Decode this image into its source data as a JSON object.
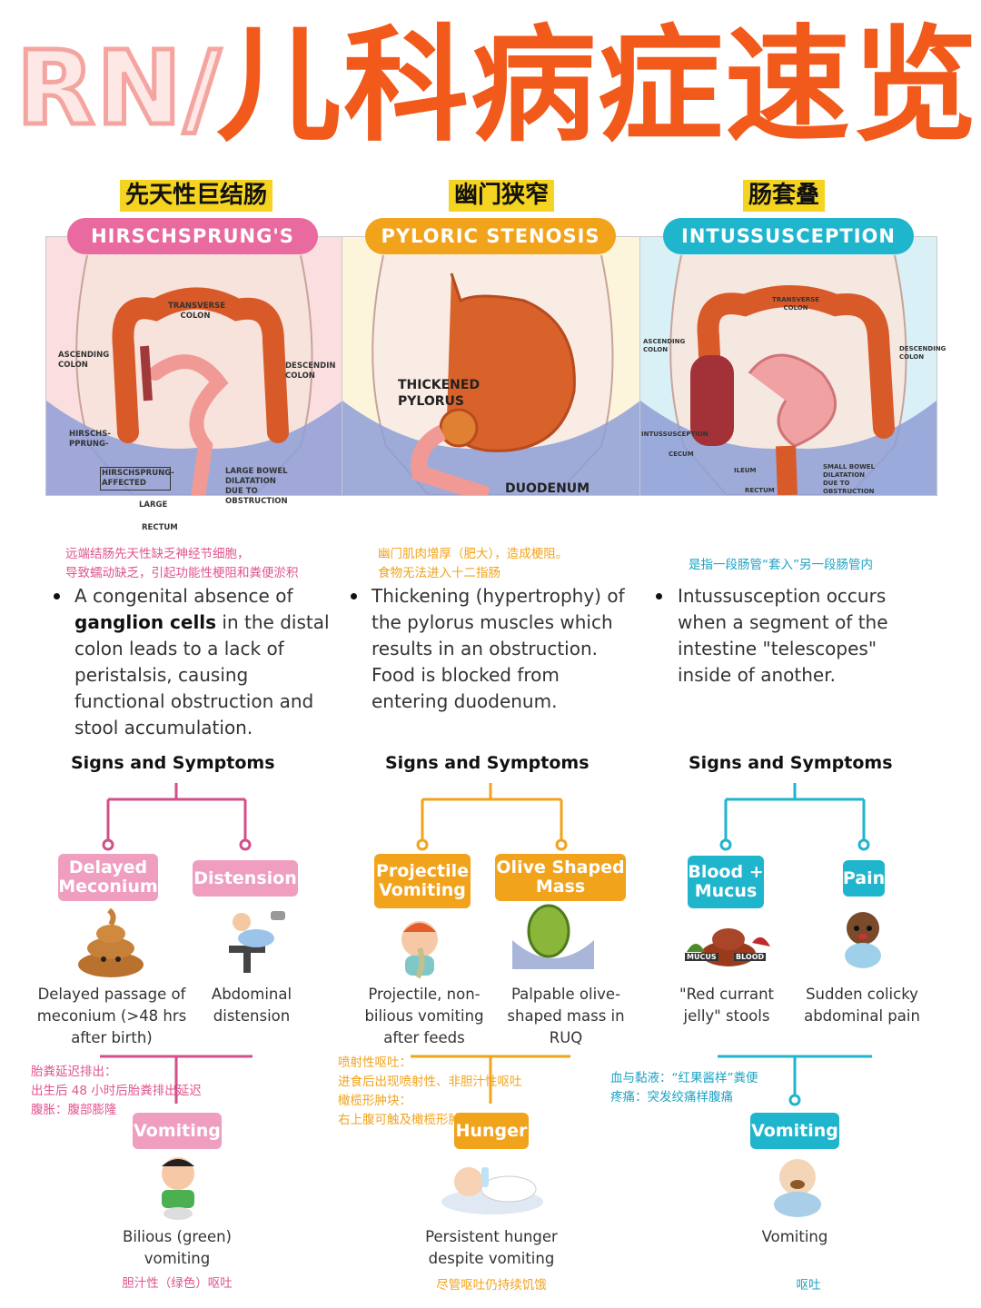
{
  "title": {
    "prefix": "RN/",
    "main": "儿科病症速览"
  },
  "colors": {
    "pink": "#e86a9e",
    "orange": "#f2a31c",
    "cyan": "#1fb5cc",
    "title_orange": "#f25a1c"
  },
  "columns": [
    {
      "cn_title": "先天性巨结肠",
      "en_title": "HIRSCHSPRUNG'S",
      "diagram_labels": [
        "TRANSVERSE COLON",
        "ASCENDING COLON",
        "DESCENDIN COLON",
        "HIRSCHS-PPRUNG-",
        "HIRSCHSPRUNG-AFFECTED",
        "LARGE BOWEL DILATATION DUE TO OBSTRUCTION",
        "LARGE",
        "RECTUM"
      ],
      "cn_desc": [
        "远端结肠先天性缺乏神经节细胞，",
        "导致蠕动缺乏，引起功能性梗阻和粪便淤积"
      ],
      "desc_pre": "A congenital absence of ",
      "desc_bold": "ganglion cells",
      "desc_post": " in the distal colon leads to a lack of peristalsis, causing functional obstruction and stool accumulation.",
      "signs_title": "Signs and Symptoms",
      "signs": [
        {
          "badge": "Delayed Meconium",
          "icon": "poop-icon",
          "caption": "Delayed passage of meconium (>48 hrs after birth)"
        },
        {
          "badge": "Distension",
          "icon": "baby-exam-icon",
          "caption": "Abdominal distension"
        }
      ],
      "notes": [
        "胎粪延迟排出：",
        "出生后 48 小时后胎粪排出延迟",
        "腹胀：腹部膨隆"
      ],
      "bottom": {
        "badge": "Vomiting",
        "icon": "vomiting-child-icon",
        "caption": "Bilious (green) vomiting",
        "cn_caption": "胆汁性（绿色）呕吐"
      }
    },
    {
      "cn_title": "幽门狭窄",
      "en_title": "PYLORIC STENOSIS",
      "diagram_labels": [
        "THICKENED PYLORUS",
        "DUODENUM"
      ],
      "cn_desc": [
        "幽门肌肉增厚（肥大），造成梗阻。",
        "食物无法进入十二指肠"
      ],
      "desc_pre": "Thickening (hypertrophy) of the pylorus muscles which results in an obstruction. Food is blocked from entering duodenum.",
      "desc_bold": "",
      "desc_post": "",
      "signs_title": "Signs and Symptoms",
      "signs": [
        {
          "badge": "Projectile Vomiting",
          "icon": "vomiting-baby-icon",
          "caption": "Projectile, non-bilious vomiting after feeds"
        },
        {
          "badge": "Olive Shaped Mass",
          "icon": "olive-mass-icon",
          "caption": "Palpable olive-shaped mass in RUQ"
        }
      ],
      "notes": [
        "喷射性呕吐：",
        "进食后出现喷射性、非胆汁性呕吐",
        "橄榄形肿块：",
        "右上腹可触及橄榄形肿块"
      ],
      "bottom": {
        "badge": "Hunger",
        "icon": "bottle-baby-icon",
        "caption": "Persistent hunger despite vomiting",
        "cn_caption": "尽管呕吐仍持续饥饿"
      }
    },
    {
      "cn_title": "肠套叠",
      "en_title": "INTUSSUSCEPTION",
      "diagram_labels": [
        "TRANSVERSE COLON",
        "ASCENDING COLON",
        "DESCENDING COLON",
        "INTUSSUSCEPTION",
        "CECUM",
        "ILEUM",
        "RECTUM",
        "SMALL BOWEL DILATATION DUE TO OBSTRUCTION"
      ],
      "cn_desc": [
        "是指一段肠管“套入”另一段肠管内"
      ],
      "desc_pre": "Intussusception occurs when a segment of the intestine \"telescopes\" inside of another.",
      "desc_bold": "",
      "desc_post": "",
      "signs_title": "Signs and Symptoms",
      "signs": [
        {
          "badge": "Blood + Mucus",
          "icon": "stool-icon",
          "caption": "\"Red currant jelly\" stools",
          "tags": [
            "MUCUS",
            "BLOOD"
          ]
        },
        {
          "badge": "Pain",
          "icon": "crying-baby-icon",
          "caption": "Sudden colicky abdominal pain"
        }
      ],
      "notes": [
        "血与黏液：“红果酱样”粪便",
        "疼痛：突发绞痛样腹痛"
      ],
      "bottom": {
        "badge": "Vomiting",
        "icon": "vomiting-infant-icon",
        "caption": "Vomiting",
        "cn_caption": "呕吐"
      }
    }
  ]
}
